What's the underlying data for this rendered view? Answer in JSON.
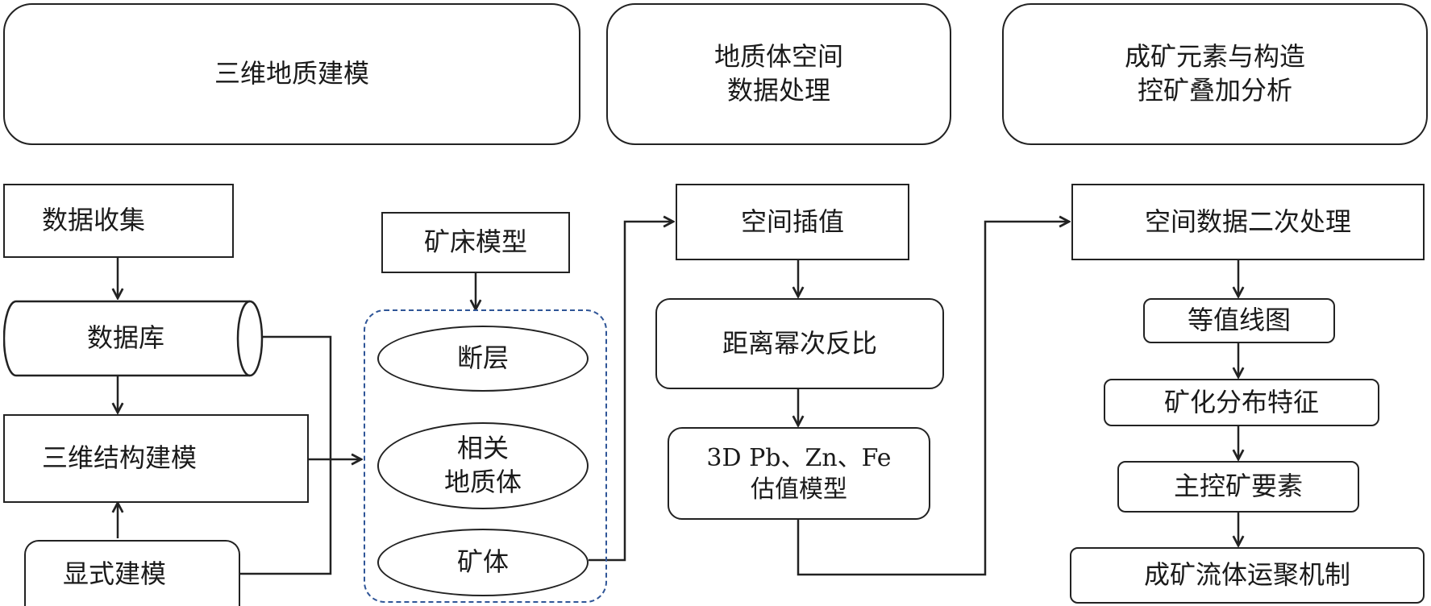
{
  "headers": {
    "modeling": "三维地质建模",
    "processing": "地质体空间\n数据处理",
    "analysis": "成矿元素与构造\n控矿叠加分析"
  },
  "col1": {
    "collect": "数据收集",
    "database": "数据库",
    "structure": "三维结构建模",
    "explicit": "显式建模"
  },
  "col2": {
    "deposit_model": "矿床模型",
    "fault": "断层",
    "related": "相关\n地质体",
    "orebody": "矿体"
  },
  "col3": {
    "interp": "空间插值",
    "idw": "距离幂次反比",
    "estimate": "3D Pb、Zn、Fe\n估值模型"
  },
  "col4": {
    "secondary": "空间数据二次处理",
    "contour": "等值线图",
    "mineral": "矿化分布特征",
    "factors": "主控矿要素",
    "mechanism": "成矿流体运聚机制"
  },
  "colors": {
    "stroke": "#222222",
    "dashed_group": "#2f5597"
  }
}
